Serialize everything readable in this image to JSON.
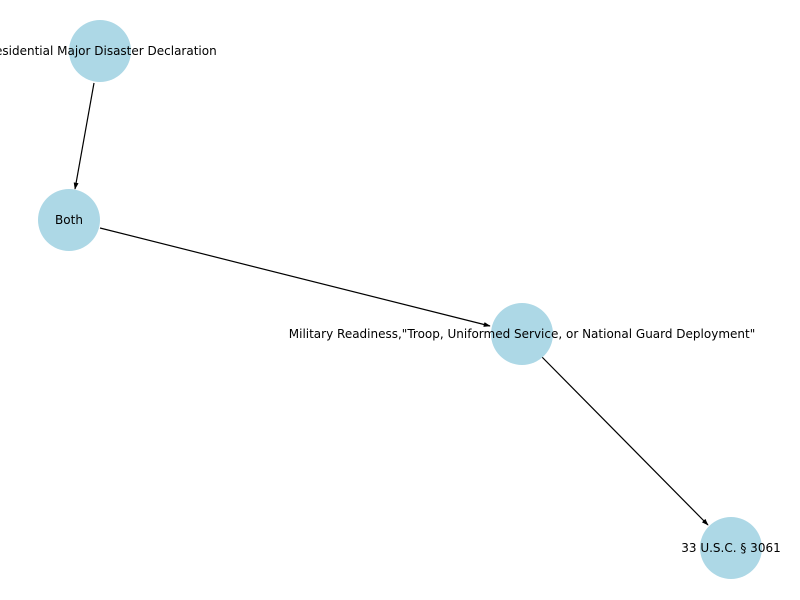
{
  "graph": {
    "node_color": "#add8e6",
    "edge_color": "#000000",
    "nodes": [
      {
        "id": "n1",
        "label": "Presidential Major Disaster Declaration"
      },
      {
        "id": "n2",
        "label": "Both"
      },
      {
        "id": "n3",
        "label": "Military Readiness,\"Troop, Uniformed Service, or National Guard Deployment\""
      },
      {
        "id": "n4",
        "label": "33 U.S.C. § 3061"
      }
    ],
    "edges": [
      {
        "from": "n1",
        "to": "n2",
        "directed": true
      },
      {
        "from": "n2",
        "to": "n3",
        "directed": true
      },
      {
        "from": "n3",
        "to": "n4",
        "directed": true
      }
    ]
  }
}
